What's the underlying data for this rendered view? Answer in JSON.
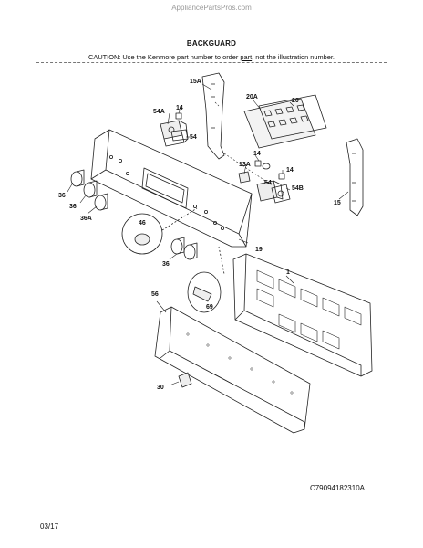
{
  "watermark": "AppliancePartsPros.com",
  "title": "BACKGUARD",
  "caution": {
    "prefix": "CAUTION: Use the Kenmore part number to order ",
    "underlined": "part",
    "suffix": ", not the illustration number."
  },
  "callouts": {
    "c15a": "15A",
    "c20a": "20A",
    "c20": "20",
    "c54a": "54A",
    "c14a": "14",
    "c54a2": "54",
    "c14b": "14",
    "c13a": "13A",
    "c54b": "54",
    "c14c": "14",
    "c54b2": "54B",
    "c15": "15",
    "c36a": "36",
    "c36b": "36",
    "c36c": "36A",
    "c46": "46",
    "c19": "19",
    "c36d": "36",
    "c1": "1",
    "c69": "69",
    "c56": "56",
    "c30": "30"
  },
  "diagram_code": "C79094182310A",
  "date": "03/17"
}
